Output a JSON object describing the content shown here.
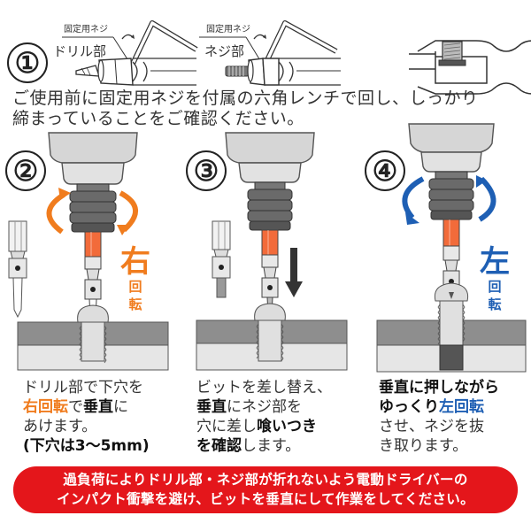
{
  "step1": {
    "number": "①",
    "drill_part": {
      "set_screw_label": "固定用ネジ",
      "part_label": "ドリル部"
    },
    "screw_part": {
      "set_screw_label": "固定用ネジ",
      "part_label": "ネジ部"
    },
    "instruction_line1": "ご使用前に固定用ネジを付属の六角レンチで回し、しっかり",
    "instruction_line2": "締まっていることをご確認ください。"
  },
  "step2": {
    "number": "②",
    "rotation_big": "右",
    "rotation_small_1": "回",
    "rotation_small_2": "転",
    "rotation_color": "#f07c1e",
    "desc": {
      "line1": "ドリル部で下穴を",
      "line2_colored": "右回転",
      "line2_plain": "で",
      "line2_bold": "垂直",
      "line2_end": "に",
      "line3": "あけます。",
      "line4": "(下穴は3〜5mm)"
    }
  },
  "step3": {
    "number": "③",
    "desc": {
      "line1": "ビットを差し替え、",
      "line2_bold": "垂直",
      "line2_plain": "にネジ部を",
      "line3_plain": "穴に差し",
      "line3_bold": "喰いつき",
      "line4_bold": "を確認",
      "line4_plain": "します。"
    }
  },
  "step4": {
    "number": "④",
    "rotation_big": "左",
    "rotation_small_1": "回",
    "rotation_small_2": "転",
    "rotation_color": "#1e5fb4",
    "desc": {
      "line1_bold": "垂直に押しながら",
      "line2_bold": "ゆっくり",
      "line2_colored": "左回転",
      "line3": "させ、ネジを抜",
      "line4": "き取ります。"
    }
  },
  "warning": {
    "line1": "過負荷によりドリル部・ネジ部が折れないよう電動ドライバーの",
    "line2": "インパクト衝撃を避け、ビットを垂直にして作業をしてください。",
    "background": "#e4161b"
  },
  "colors": {
    "bit_orange": "#f26b3a",
    "chuck_dark": "#6a6a6a",
    "drill_body": "#d6d6d6",
    "board_dark": "#8e8e8e",
    "board_light": "#e6e6e6"
  }
}
